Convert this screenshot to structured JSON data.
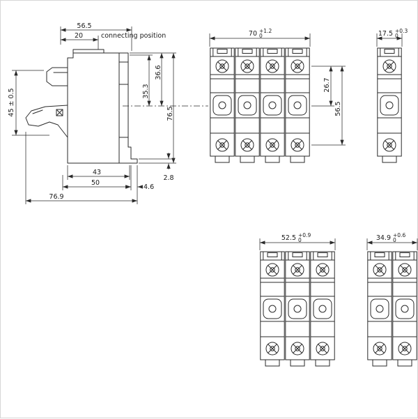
{
  "views": {
    "side": {
      "top_width": "56.5",
      "connecting_offset": "20",
      "connecting_label": "connecting position",
      "rail_height": "45 ± 0.5",
      "depth_inner": "35.3",
      "depth_outer": "36.6",
      "total_height": "76.5",
      "base_width": "43",
      "body_width": "50",
      "foot_width": "4.6",
      "foot_height": "2.8",
      "overall_depth": "76.9"
    },
    "pole4": {
      "w": "70",
      "tol_up": "+1.2",
      "tol_dn": "0",
      "screw_to_center": "26.7",
      "screw_pitch": "56.5"
    },
    "pole1": {
      "w": "17.5",
      "tol_up": "+0.3",
      "tol_dn": "0"
    },
    "pole3": {
      "w": "52.5",
      "tol_up": "+0.9",
      "tol_dn": "0"
    },
    "pole2": {
      "w": "34.9",
      "tol_up": "+0.6",
      "tol_dn": "0"
    }
  }
}
